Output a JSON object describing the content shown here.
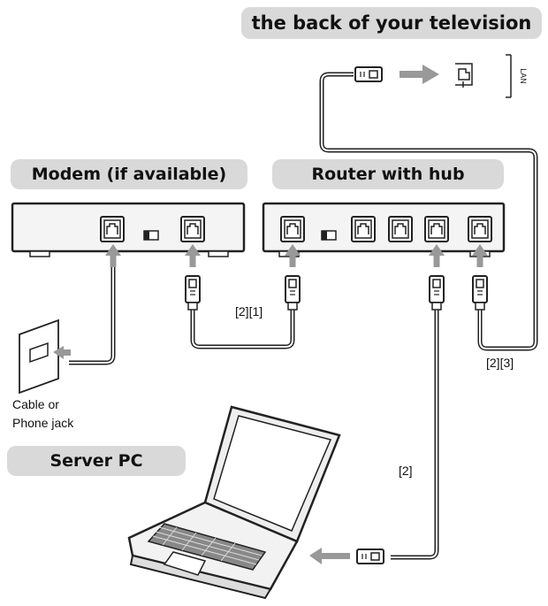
{
  "labels": {
    "tv_back": "the back of your television",
    "modem": "Modem (if available)",
    "router": "Router with hub",
    "server_pc": "Server PC",
    "jack_line1": "Cable or",
    "jack_line2": "Phone jack",
    "cable_modem_router": "[2][1]",
    "cable_router_tv": "[2][3]",
    "cable_router_pc": "[2]",
    "tv_port": "LAN"
  },
  "colors": {
    "label_fill": "#d9d9d9",
    "device_fill": "#f4f4f4",
    "stroke": "#222222",
    "arrow": "#999999"
  }
}
